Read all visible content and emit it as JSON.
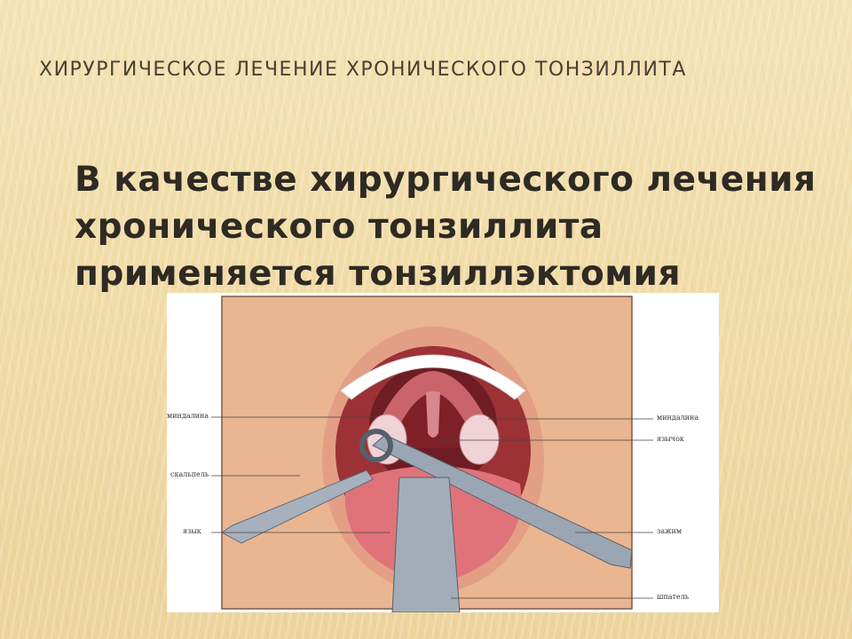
{
  "slide": {
    "title": "ХИРУРГИЧЕСКОЕ ЛЕЧЕНИЕ ХРОНИЧЕСКОГО ТОНЗИЛЛИТА",
    "body_lines": [
      "В качестве хирургического лечения",
      "хронического тонзиллита",
      "применяется тонзиллэктомия"
    ]
  },
  "figure": {
    "labels": {
      "left_top": "миндалина",
      "left_mid": "скальпель",
      "left_low": "язык",
      "right_top": "миндалина",
      "right_mid": "язычок",
      "right_low": "зажим",
      "right_bottom": "шпатель"
    },
    "colors": {
      "background_panel": "#eab591",
      "lips": "#e9a48a",
      "mouth_cavity": "#8a2a2e",
      "tongue": "#e0737a",
      "teeth": "#ffffff",
      "instrument": "#8e9aa8"
    }
  }
}
